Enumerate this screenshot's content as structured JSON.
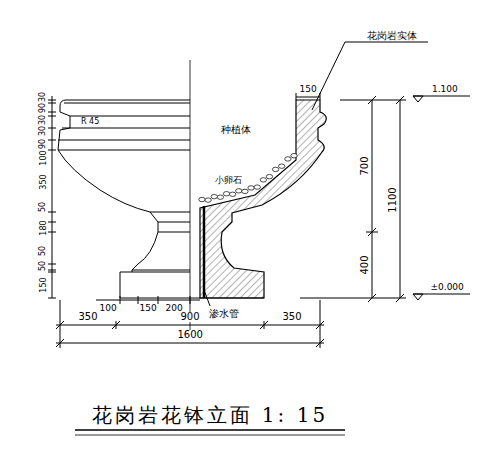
{
  "diagram": {
    "caption": "花岗岩花钵立面 1: 15",
    "labels": [
      "花岗岩实体",
      "150",
      "1.100",
      "种植体",
      "小卵石",
      "700",
      "1100",
      "400",
      "±0.000",
      "渗水管",
      "R 45",
      "30",
      "90",
      "30",
      "30",
      "90",
      "100",
      "350",
      "50",
      "180",
      "50",
      "50",
      "150",
      "100",
      "150",
      "200",
      "350",
      "900",
      "350",
      "1600"
    ]
  }
}
